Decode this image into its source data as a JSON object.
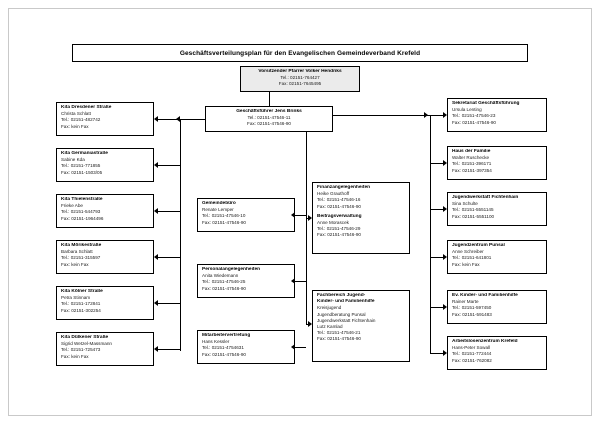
{
  "document": {
    "title": "Geschäftsverteilungsplan für den Evangelischen Gemeindeverband Krefeld"
  },
  "chairman": {
    "name": "Vorsitzender Pfarrer Volker Hendriks",
    "tel": "Tel.: 02151-764427",
    "fax": "Fax: 02151-7645495"
  },
  "director": {
    "name": "Geschäftsführer Jens Brinks",
    "tel": "Tel.: 02151-47546-11",
    "fax": "Fax: 02151-47546-90"
  },
  "kitas": [
    {
      "name": "Kita Dresdener Straße",
      "contact": "Christa Schlatt",
      "tel": "Tel.: 02151-482742",
      "fax": "Fax: kein Fax"
    },
    {
      "name": "Kita Germaniastraße",
      "contact": "Sabine Kda",
      "tel": "Tel.: 02151-771855",
      "fax": "Fax: 02151-1503/05"
    },
    {
      "name": "Kita Thielenstraße",
      "contact": "Frieke Abe",
      "tel": "Tel.: 02151-544793",
      "fax": "Fax: 02151-1964496"
    },
    {
      "name": "Kita Mörikestraße",
      "contact": "Barbara Schlatt",
      "tel": "Tel.: 02151-315597",
      "fax": "Fax: kein Fax"
    },
    {
      "name": "Kita Kölner Straße",
      "contact": "Petra Stinnam",
      "tel": "Tel.: 02151-172841",
      "fax": "Fax: 02151-302254"
    },
    {
      "name": "Kita Dülkener Straße",
      "contact": "Sigrid Wetzel-Massmann",
      "tel": "Tel.: 02151-725473",
      "fax": "Fax: kein Fax"
    }
  ],
  "right_units": [
    {
      "name": "Sekretariat Geschäftsführung",
      "contact": "Ursula Lenting",
      "tel": "Tel.: 02151-47546-23",
      "fax": "Fax: 02151-47546-90"
    },
    {
      "name": "Haus der Familie",
      "contact": "Walter Ruschecke",
      "tel": "Tel.: 02151-396171",
      "fax": "Fax: 02151-397354"
    },
    {
      "name": "Jugendwerkstatt Fichtenhain",
      "contact": "Sina Schulte",
      "tel": "Tel.: 02151-5551145",
      "fax": "Fax: 02151-5551100"
    },
    {
      "name": "Jugendzentrum Punsal",
      "contact": "Anne Schreiber",
      "tel": "Tel.: 02151-641801",
      "fax": "Fax: kein Fax"
    },
    {
      "name": "Ev. Kinder- und Familienhilfe",
      "contact": "Rainer Marte",
      "tel": "Tel.: 02151-597450",
      "fax": "Fax: 02151-591483"
    },
    {
      "name": "Arbeitslosenzentrum Krefeld",
      "contact": "Hans-Peter Sowall",
      "tel": "Tel.: 02151-772444",
      "fax": "Fax: 02151-762082"
    }
  ],
  "center_units": [
    {
      "name": "Gemeindebüro",
      "contact": "Renate Lemper",
      "tel": "Tel.: 02151-47546-10",
      "fax": "Fax: 02151-47546-90"
    },
    {
      "name": "Personalangelegenheiten",
      "contact": "Anita Wiedemann",
      "tel": "Tel.: 02151-47546-25",
      "fax": "Fax: 02151-47546-90"
    },
    {
      "name": "Mitarbeitervertretung",
      "contact": "Hans Kessler",
      "tel": "Tel.: 02151-4754631",
      "fax": "Fax: 02151-47546-90"
    }
  ],
  "finance_block": {
    "group_a": {
      "name": "Finanzangelegenheiten",
      "contact": "Heike Grauthoff",
      "tel": "Tel.: 02151-47546-16",
      "fax": "Fax: 02151-47546-90"
    },
    "group_b": {
      "name": "Beitragsverwaltung",
      "contact": "Anne Morascek",
      "tel": "Tel.: 02151-47546-29",
      "fax": "Fax: 02151-47546-90"
    }
  },
  "childcare_block": {
    "heading_1": "Fachbereich Jugend-",
    "heading_2": "Kinder- und Familienhilfe",
    "item_1": "Kreisjugend",
    "item_2": "Jugendberatung Punsal",
    "item_3": "Jugendwerkstatt Fichtenhain",
    "contact": "Lutz Kamlad",
    "tel": "Tel.: 02151-47546-21",
    "fax": "Fax: 02151-47546-90"
  }
}
